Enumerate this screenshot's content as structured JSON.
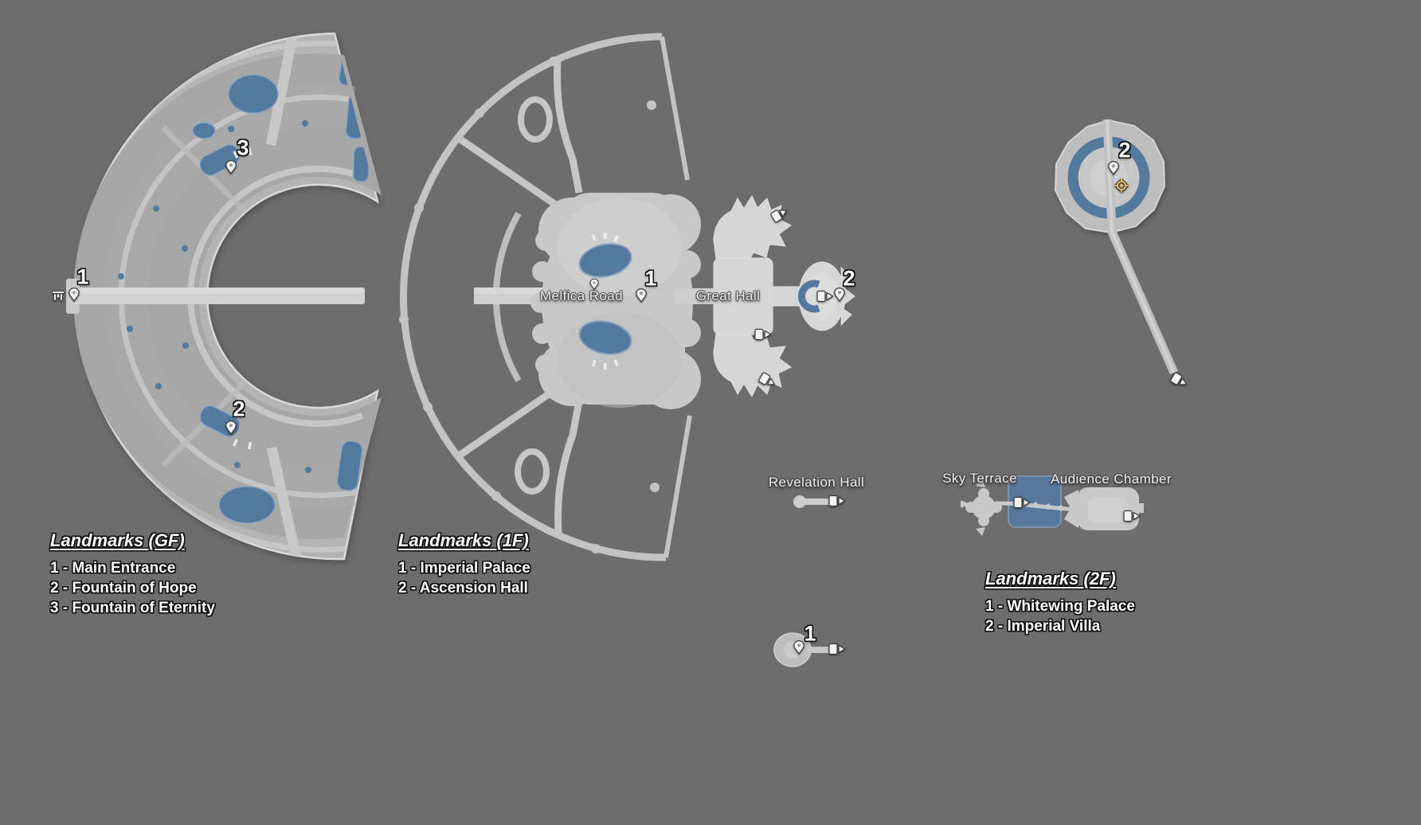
{
  "theme": {
    "bg": "#6d6d6d",
    "map-base": "#b4b4b4",
    "map-mid": "#a7a7a7",
    "map-light": "#d3d3d3",
    "road": "#c7c7c7",
    "water": "#54799f",
    "water-edge": "#87a4c0",
    "outline": "#dadada",
    "icon-fill": "#f4f4f4",
    "icon-stroke": "#3d3d3d",
    "gold": "#e8c457",
    "label-text": "#f2f2f2",
    "text-outline": "#101010"
  },
  "floors": {
    "gf": {
      "legend_title": "Landmarks (GF)",
      "legend_items": [
        "1 - Main Entrance",
        "2 - Fountain of Hope",
        "3 - Fountain of Eternity"
      ]
    },
    "f1": {
      "legend_title": "Landmarks (1F)",
      "legend_items": [
        "1 - Imperial Palace",
        "2 - Ascension Hall"
      ],
      "area_labels": {
        "melfica_road": "Melfica Road",
        "great_hall": "Great Hall",
        "revelation_hall": "Revelation Hall"
      }
    },
    "f2": {
      "legend_title": "Landmarks (2F)",
      "legend_items": [
        "1 - Whitewing Palace",
        "2 - Imperial Villa"
      ],
      "area_labels": {
        "sky_terrace": "Sky Terrace",
        "audience_chamber": "Audience Chamber"
      }
    }
  },
  "markers": {
    "gf_1": "1",
    "gf_2": "2",
    "gf_3": "3",
    "f1_1": "1",
    "f1_2": "2",
    "f2_1": "1",
    "f2_2": "2"
  },
  "icons": {
    "pin": "landmark-pin-icon",
    "door": "exit-door-icon",
    "gate": "entrance-gate-icon",
    "waypoint": "waypoint-compass-icon"
  }
}
